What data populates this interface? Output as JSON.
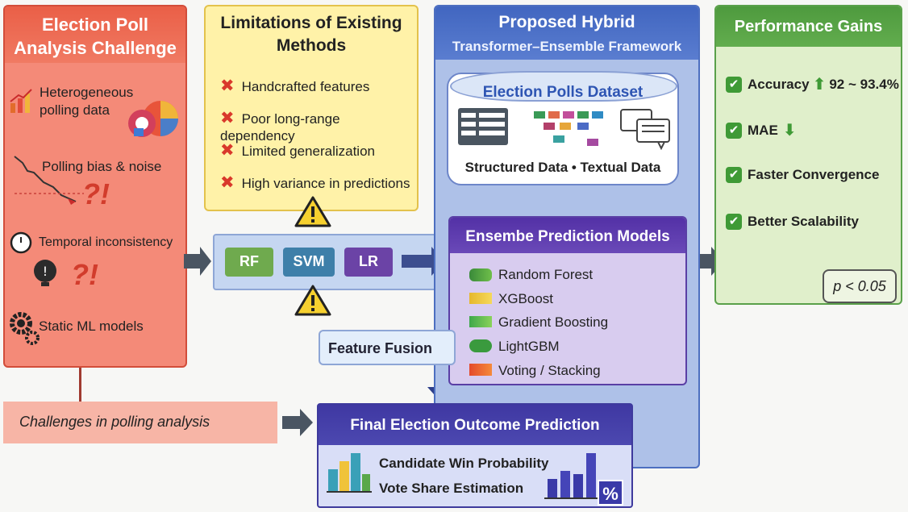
{
  "challenge_panel": {
    "title": "Election Poll Analysis Challenge",
    "items": [
      "Heterogeneous polling data",
      "Polling bias & noise",
      "Temporal inconsistency",
      "Static ML models"
    ],
    "marks": "?!"
  },
  "limitations_panel": {
    "title": "Limitations of Existing Methods",
    "items": [
      "Handcrafted features",
      "Poor long-range dependency",
      "Limited generalization",
      "High variance in predictions"
    ]
  },
  "framework_panel": {
    "title": "Proposed Hybrid",
    "subtitle": "Transformer–Ensemble Framework",
    "dataset_title": "Election Polls Dataset",
    "dataset_subtitle": "Structured Data • Textual Data"
  },
  "ensemble": {
    "title": "Ensembe Prediction Models",
    "models": [
      "Random Forest",
      "XGBoost",
      "Gradient Boosting",
      "LightGBM",
      "Voting / Stacking"
    ]
  },
  "gains_panel": {
    "title": "Performance Gains",
    "items": [
      "Accuracy",
      "MAE",
      "Faster Convergence",
      "Better Scalability"
    ],
    "accuracy_value": "92 ~ 93.4%",
    "p_value": "p < 0.05"
  },
  "baseline_models": [
    "RF",
    "SVM",
    "LR"
  ],
  "feature_fusion": "Feature Fusion",
  "challenges_label": "Challenges in polling analysis",
  "final": {
    "title": "Final Election Outcome Prediction",
    "items": [
      "Candidate Win Probability",
      "Vote Share Estimation"
    ],
    "percent": "%"
  },
  "colors": {
    "challenge": "#f48a78",
    "limitation": "#fff2a8",
    "framework": "#aec1e8",
    "ensemble": "#d8ccef",
    "gains": "#e0efcb",
    "final": "#3f38a2"
  }
}
